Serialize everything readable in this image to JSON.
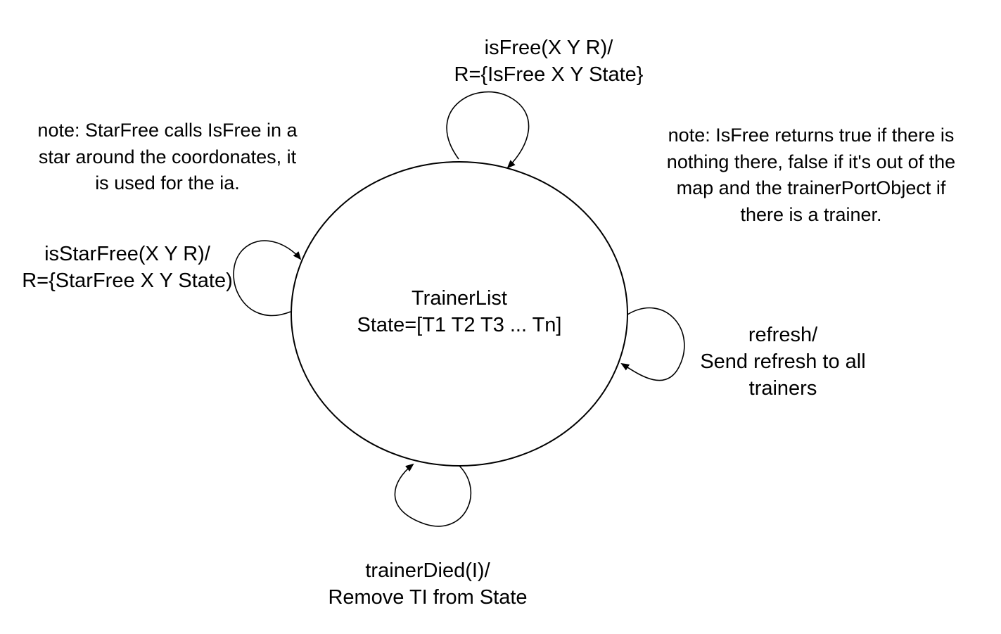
{
  "state": {
    "name": "TrainerList",
    "value": "State=[T1 T2 T3 ... Tn]"
  },
  "transitions": {
    "is_free": {
      "event": "isFree(X Y R)/",
      "action": "R={IsFree X Y State}"
    },
    "is_star_free": {
      "event": "isStarFree(X Y R)/",
      "action": "R={StarFree X Y State)"
    },
    "refresh": {
      "event": "refresh/",
      "action_line1": "Send refresh to all",
      "action_line2": "trainers"
    },
    "trainer_died": {
      "event": "trainerDied(I)/",
      "action": "Remove TI from State"
    }
  },
  "notes": {
    "star_free": {
      "line1": "note: StarFree calls IsFree in a",
      "line2": "star around the coordonates, it",
      "line3": "is used for the ia."
    },
    "is_free": {
      "line1": "note: IsFree returns true if there is",
      "line2": "nothing there, false if it's out of the",
      "line3": "map and the trainerPortObject if",
      "line4": "there is a trainer."
    }
  },
  "colors": {
    "stroke": "#000000",
    "background": "#ffffff"
  }
}
